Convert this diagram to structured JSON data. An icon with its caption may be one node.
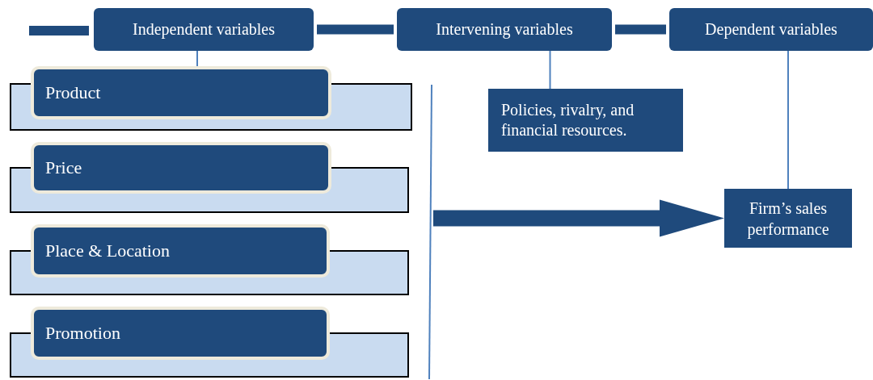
{
  "diagram": {
    "nodes": [
      {
        "text": [
          "Independent variables"
        ]
      },
      {
        "text": [
          "Intervening variables"
        ]
      },
      {
        "text": [
          "Dependent variables"
        ]
      },
      {
        "text": [
          "Product"
        ]
      },
      {
        "text": [
          "Price"
        ]
      },
      {
        "text": [
          "Place & Location"
        ]
      },
      {
        "text": [
          "Promotion"
        ]
      },
      {
        "text": [
          "Policies, rivalry, and financial resources."
        ]
      },
      {
        "text": [
          "Firm’s sales performance"
        ]
      }
    ],
    "edges": [
      {
        "from": 0,
        "to": 1,
        "arrow": "none",
        "style": "thick"
      },
      {
        "from": 1,
        "to": 2,
        "arrow": "none",
        "style": "thick"
      },
      {
        "from": 0,
        "to": 3,
        "arrow": "none"
      },
      {
        "from": 1,
        "to": 7,
        "arrow": "none"
      },
      {
        "from": 2,
        "to": 8,
        "arrow": "none"
      },
      {
        "from": null,
        "to": 8,
        "arrow": "to",
        "style": "thick"
      }
    ]
  }
}
